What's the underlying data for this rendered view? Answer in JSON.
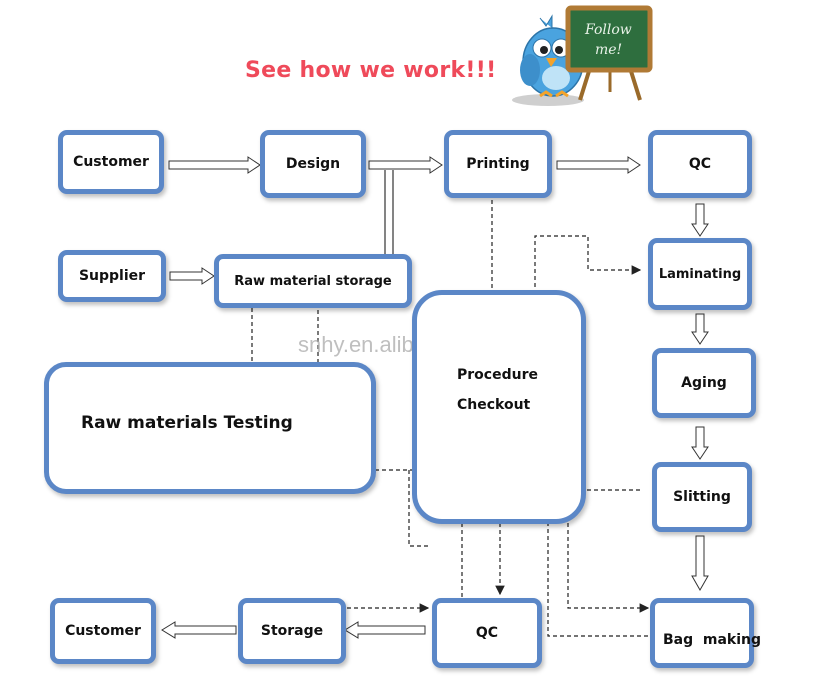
{
  "header": {
    "title": "See how we work!!!",
    "mascot_sign_text": "Follow me!",
    "watermark": "snhy.en.alibaba.com"
  },
  "colors": {
    "box_border": "#5b87c7",
    "title": "#ef4a5a",
    "mascot_body": "#4aa3df",
    "board": "#2e6e3e"
  },
  "nodes": {
    "customer_top": "Customer",
    "design": "Design",
    "printing": "Printing",
    "qc_top": "QC",
    "supplier": "Supplier",
    "raw_storage": "Raw material storage",
    "laminating": "Laminating",
    "aging": "Aging",
    "raw_testing": "Raw materials Testing",
    "procedure_line1": "Procedure",
    "procedure_line2": "Checkout",
    "slitting": "Slitting",
    "customer_bottom": "Customer",
    "storage": "Storage",
    "qc_bottom": "QC",
    "bag_making": "Bag  making"
  }
}
